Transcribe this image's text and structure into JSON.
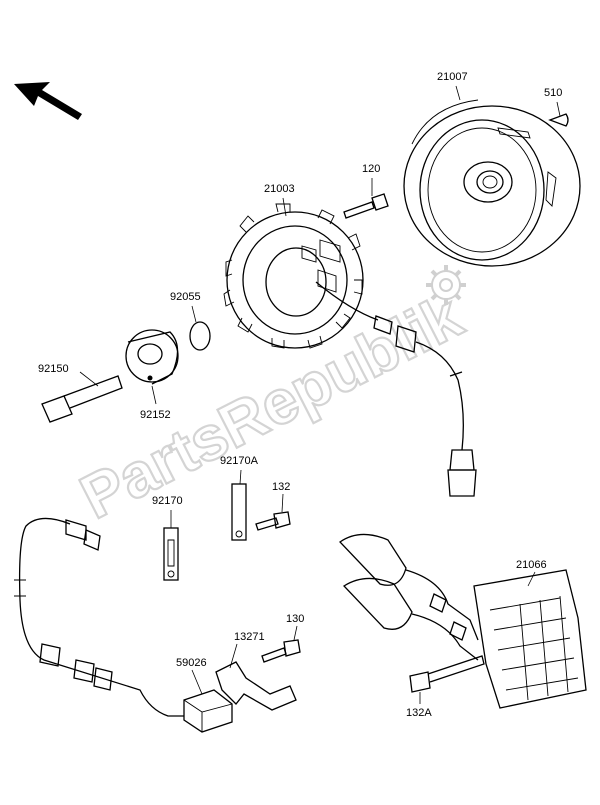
{
  "watermark": "PartsRepublik",
  "callouts": [
    {
      "id": "21007",
      "label": "21007"
    },
    {
      "id": "510",
      "label": "510"
    },
    {
      "id": "120",
      "label": "120"
    },
    {
      "id": "21003",
      "label": "21003"
    },
    {
      "id": "92055",
      "label": "92055"
    },
    {
      "id": "92150",
      "label": "92150"
    },
    {
      "id": "92152",
      "label": "92152"
    },
    {
      "id": "92170A",
      "label": "92170A"
    },
    {
      "id": "132",
      "label": "132"
    },
    {
      "id": "92170",
      "label": "92170"
    },
    {
      "id": "21066",
      "label": "21066"
    },
    {
      "id": "130",
      "label": "130"
    },
    {
      "id": "13271",
      "label": "13271"
    },
    {
      "id": "59026",
      "label": "59026"
    },
    {
      "id": "132A",
      "label": "132A"
    }
  ],
  "icons": {
    "direction": "front-direction-arrow-icon",
    "gear": "gear-icon"
  }
}
